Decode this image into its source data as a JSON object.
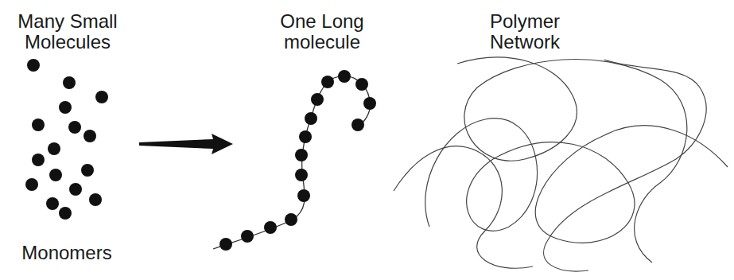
{
  "diagram": {
    "labels": [
      "Many Small Molecules",
      "Monomers",
      "One Long molecule",
      "Polymer Network"
    ]
  }
}
